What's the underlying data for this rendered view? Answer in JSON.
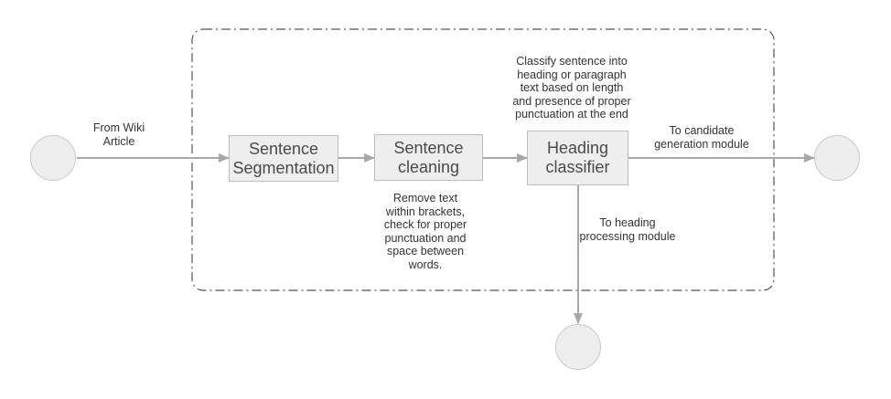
{
  "nodes": {
    "sentence_segmentation": [
      "Sentence",
      "Segmentation"
    ],
    "sentence_cleaning": [
      "Sentence",
      "cleaning"
    ],
    "heading_classifier": [
      "Heading",
      "classifier"
    ]
  },
  "edge_labels": {
    "from_wiki": [
      "From Wiki",
      "Article"
    ],
    "to_candidate": [
      "To candidate",
      "generation module"
    ],
    "to_heading": [
      "To heading",
      "processing module"
    ]
  },
  "annotations": {
    "cleaning_note": [
      "Remove text",
      "within brackets,",
      "check for proper",
      "punctuation and",
      "space between",
      "words."
    ],
    "classifier_note": [
      "Classify sentence into",
      "heading or paragraph",
      "text based on length",
      "and presence of proper",
      "punctuation at the end"
    ]
  },
  "colors": {
    "node_fill": "#eeeeee",
    "node_border": "#bdbdbd",
    "edge": "#a8a8a8",
    "boundary": "#555555"
  }
}
